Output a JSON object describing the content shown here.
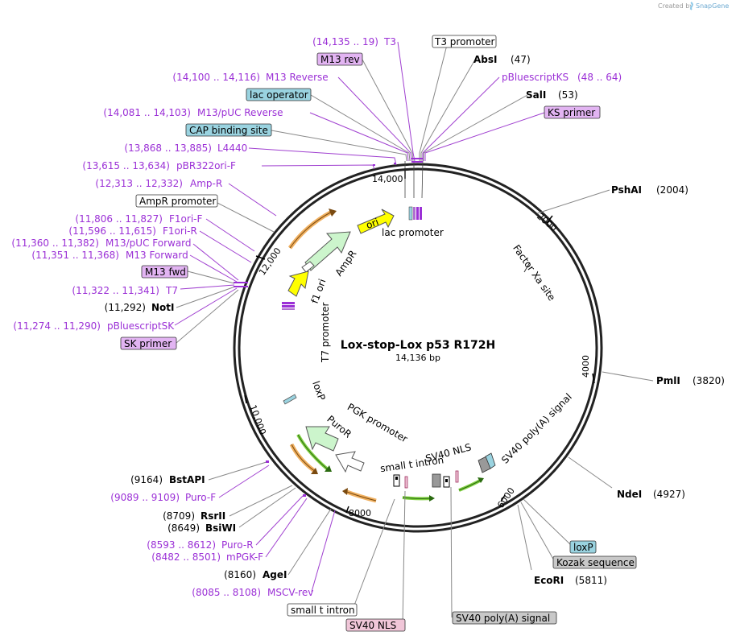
{
  "credit": {
    "text": "Created by",
    "brand": "SnapGene"
  },
  "plasmid": {
    "name": "Lox-stop-Lox p53 R172H",
    "size": "14,136 bp"
  },
  "ticks": [
    "14,000",
    "2000",
    "4000",
    "6000",
    "8000",
    "10,000",
    "12,000"
  ],
  "left_labels": {
    "t3": {
      "range": "(14,135 .. 19)",
      "name": "T3"
    },
    "m13rev_box": "M13 rev",
    "m13reverse": {
      "range": "(14,100 .. 14,116)",
      "name": "M13 Reverse"
    },
    "lacop_box": "lac operator",
    "m13puc_rev": {
      "range": "(14,081 .. 14,103)",
      "name": "M13/pUC Reverse"
    },
    "cap_box": "CAP binding site",
    "l4440": {
      "range": "(13,868 .. 13,885)",
      "name": "L4440"
    },
    "pbr322": {
      "range": "(13,615 .. 13,634)",
      "name": "pBR322ori-F"
    },
    "ampr_primer": {
      "range": "(12,313 .. 12,332)",
      "name": "Amp-R"
    },
    "ampr_promoter_box": "AmpR promoter",
    "f1ori_f": {
      "range": "(11,806 .. 11,827)",
      "name": "F1ori-F"
    },
    "f1ori_r": {
      "range": "(11,596 .. 11,615)",
      "name": "F1ori-R"
    },
    "m13puc_fwd": {
      "range": "(11,360 .. 11,382)",
      "name": "M13/pUC Forward"
    },
    "m13fwd": {
      "range": "(11,351 .. 11,368)",
      "name": "M13 Forward"
    },
    "m13fwd_box": "M13 fwd",
    "t7": {
      "range": "(11,322 .. 11,341)",
      "name": "T7"
    },
    "noti": {
      "pos": "(11,292)",
      "name": "NotI"
    },
    "pbsks": {
      "range": "(11,274 .. 11,290)",
      "name": "pBluescriptSK"
    },
    "skprimer_box": "SK primer",
    "bstapi": {
      "pos": "(9164)",
      "name": "BstAPI"
    },
    "purof": {
      "range": "(9089 .. 9109)",
      "name": "Puro-F"
    },
    "rsrii": {
      "pos": "(8709)",
      "name": "RsrII"
    },
    "bsiwi": {
      "pos": "(8649)",
      "name": "BsiWI"
    },
    "puror": {
      "range": "(8593 .. 8612)",
      "name": "Puro-R"
    },
    "mpgkf": {
      "range": "(8482 .. 8501)",
      "name": "mPGK-F"
    },
    "agei": {
      "pos": "(8160)",
      "name": "AgeI"
    },
    "msvcrev": {
      "range": "(8085 .. 8108)",
      "name": "MSCV-rev"
    }
  },
  "right_labels": {
    "t3promoter_box": "T3 promoter",
    "absi": {
      "name": "AbsI",
      "pos": "(47)"
    },
    "pbsks_right": {
      "name": "pBluescriptKS",
      "range": "(48 .. 64)"
    },
    "sali": {
      "name": "SalI",
      "pos": "(53)"
    },
    "ksprimer_box": "KS primer",
    "pshai": {
      "name": "PshAI",
      "pos": "(2004)"
    },
    "pmli": {
      "name": "PmlI",
      "pos": "(3820)"
    },
    "ndei": {
      "name": "NdeI",
      "pos": "(4927)"
    },
    "loxp_box": "loxP",
    "kozak_box": "Kozak sequence",
    "ecori": {
      "name": "EcoRI",
      "pos": "(5811)"
    }
  },
  "bottom_labels": {
    "small_t_box": "small t intron",
    "sv40nls_box": "SV40 NLS",
    "sv40polya_box": "SV40 poly(A) signal"
  },
  "inner_labels": {
    "ori": "ori",
    "lac_promoter": "lac promoter",
    "ampr": "AmpR",
    "f1ori": "f1 ori",
    "t7_promoter": "T7 promoter",
    "factor_xa": "Factor Xa site",
    "loxp": "loxP",
    "pgk_promoter": "PGK promoter",
    "puror": "PuroR",
    "sv40_nls": "SV40 NLS",
    "sv40_polya": "SV40 poly(A) signal",
    "small_t_intron": "small t intron"
  },
  "colors": {
    "primer": "#9b30d6",
    "feature_blue": "#9ad3e0",
    "feature_purple": "#e2b4f2",
    "feature_gray": "#c8c8c8",
    "feature_pink": "#f0c6d8",
    "ori_yellow": "#ffff00",
    "ampr_green": "#ccf5cc",
    "orange_arrow": "#f0b060",
    "green_arrow": "#80d040"
  }
}
